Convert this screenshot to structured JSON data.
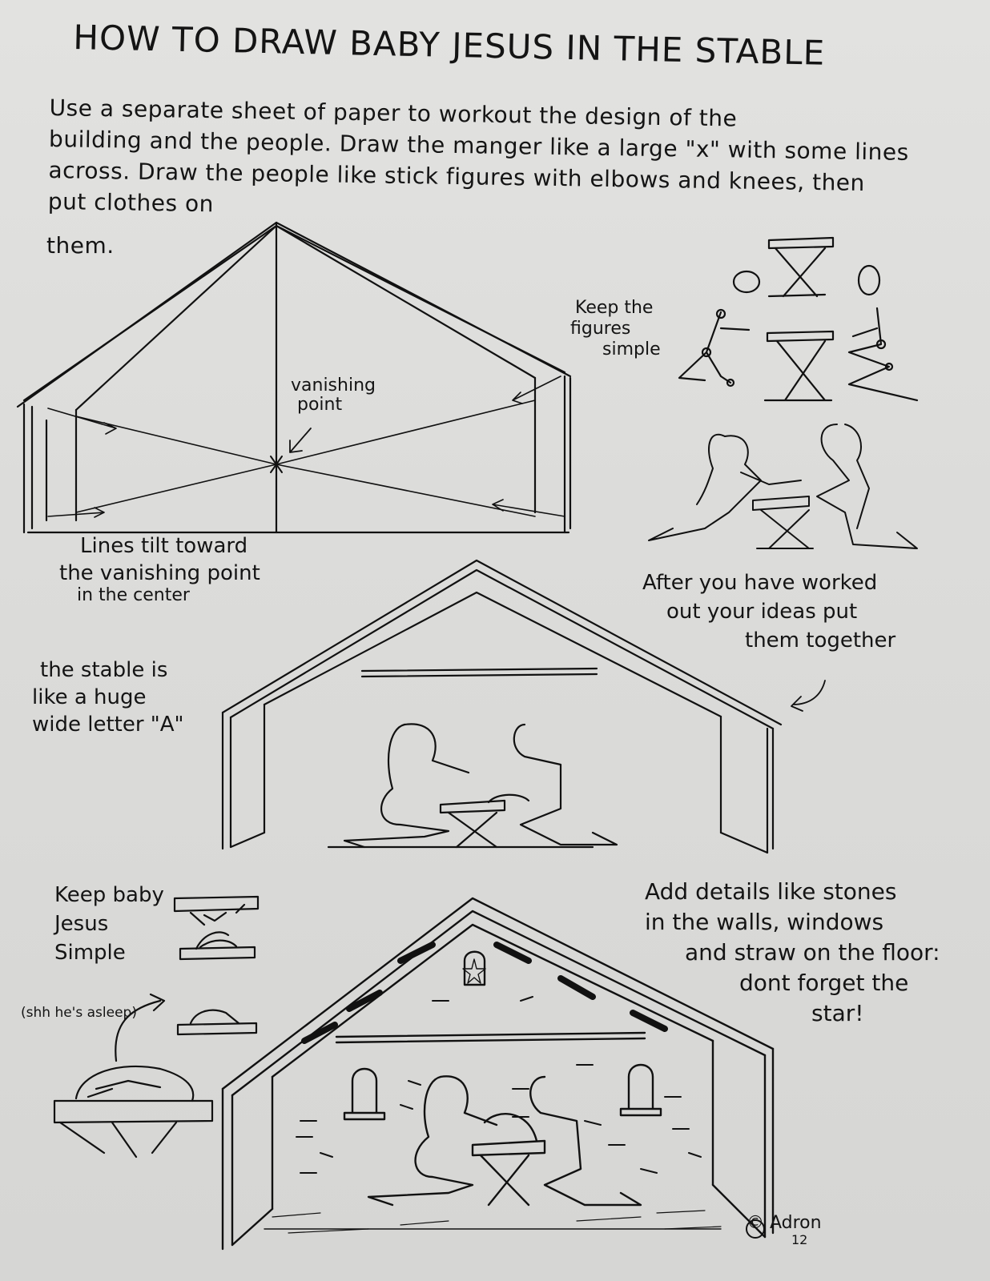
{
  "title": "HOW TO DRAW BABY JESUS IN THE STABLE",
  "intro": {
    "lines": [
      "Use a separate sheet of paper to workout the design of the",
      "building and the people. Draw the manger like a large \"x\" with some lines",
      "across. Draw the people like stick figures with elbows and knees, then",
      "put clothes on"
    ],
    "last_line": "them."
  },
  "step1": {
    "vanishing_point_label": [
      "vanishing",
      "point"
    ],
    "caption": [
      "Lines tilt toward",
      "the vanishing point",
      "in the center"
    ]
  },
  "figures_note": [
    "Keep the",
    "figures",
    "simple"
  ],
  "stable_note": [
    "the stable is",
    "like a huge",
    "wide letter \"A\""
  ],
  "step2_note": [
    "After you have worked",
    "out your ideas put",
    "them together"
  ],
  "baby_note": [
    "Keep baby",
    "Jesus",
    "Simple"
  ],
  "asleep_note": "(shh he's asleep)",
  "details_note": [
    "Add details like stones",
    "in the walls, windows",
    "and straw on the floor:",
    "dont forget the",
    "star!"
  ],
  "signature": {
    "name": "© Adron",
    "year": "12"
  },
  "colors": {
    "paper": "#dcdcda",
    "ink": "#111111"
  }
}
